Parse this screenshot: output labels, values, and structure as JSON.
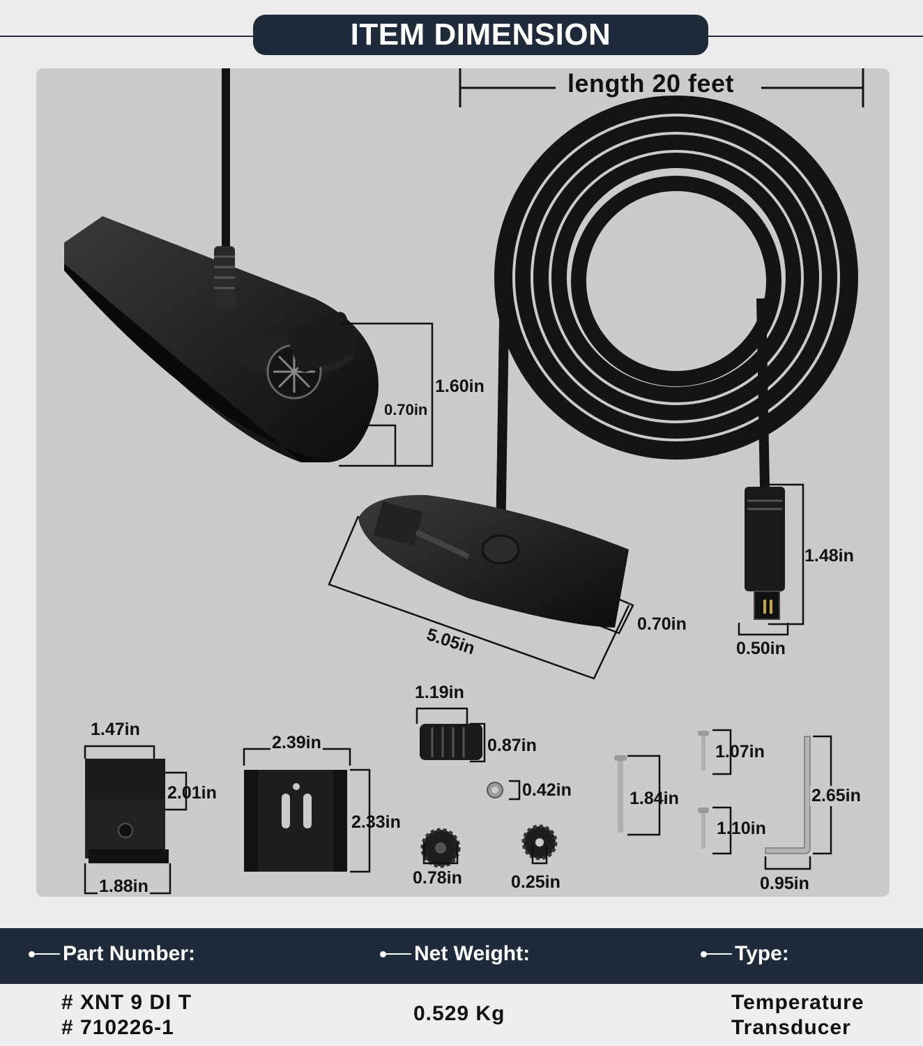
{
  "header": {
    "title": "ITEM DIMENSION"
  },
  "main": {
    "length_label": "length 20 feet",
    "dims": {
      "clip_height": "1.60in",
      "clip_width": "0.70in",
      "base_length": "5.05in",
      "base_thickness": "0.70in",
      "connector_height": "1.48in",
      "connector_width": "0.50in",
      "bracket_width_top": "1.47in",
      "bracket_height": "2.01in",
      "bracket_width_bottom": "1.88in",
      "plate_width": "2.39in",
      "plate_height": "2.33in",
      "clamp_width": "1.19in",
      "clamp_height": "0.87in",
      "nut": "0.42in",
      "gear_large": "0.78in",
      "gear_small": "0.25in",
      "long_screw": "1.84in",
      "short_screw_1": "1.07in",
      "short_screw_2": "1.10in",
      "hex_key_height": "2.65in",
      "hex_key_width": "0.95in"
    }
  },
  "info": {
    "part_label": "Part Number:",
    "weight_label": "Net Weight:",
    "type_label": "Type:",
    "part_line1": "# XNT 9 DI T",
    "part_line2": "# 710226-1",
    "weight_value": "0.529 Kg",
    "type_line1": "Temperature",
    "type_line2": "Transducer"
  },
  "colors": {
    "navy": "#1f2a3a",
    "panel": "#cbcbcb",
    "product": "#1a1a1a"
  },
  "icons": [
    "transducer-clip-image",
    "cable-coil-image",
    "connector-image",
    "bracket-image",
    "mount-plate-image",
    "clamp-image",
    "nut-image",
    "gear-image",
    "screw-image",
    "hex-key-image"
  ]
}
